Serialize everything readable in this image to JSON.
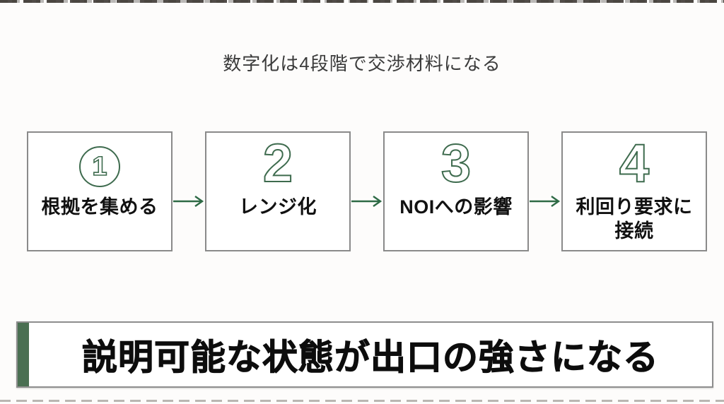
{
  "slide": {
    "title": "数字化は4段階で交渉材料になる",
    "steps": [
      {
        "number": "1",
        "style": "circled",
        "lines": [
          "根拠を集める"
        ]
      },
      {
        "number": "2",
        "style": "outline",
        "lines": [
          "レンジ化"
        ]
      },
      {
        "number": "3",
        "style": "outline",
        "lines": [
          "NOIへの影響"
        ]
      },
      {
        "number": "4",
        "style": "outline",
        "lines": [
          "利回り要求に",
          "接続"
        ]
      }
    ],
    "banner": {
      "text": "説明可能な状態が出口の強さになる"
    },
    "colors": {
      "accent_green": "#3e6b4e",
      "arrow_green": "#2e6a45",
      "banner_bar_green": "#4a6f52",
      "box_border_gray": "#8a8a8a",
      "title_text": "#3b3b3b",
      "label_text": "#111111",
      "banner_text": "#0d0d0d",
      "background": "#fdfcfb"
    }
  }
}
